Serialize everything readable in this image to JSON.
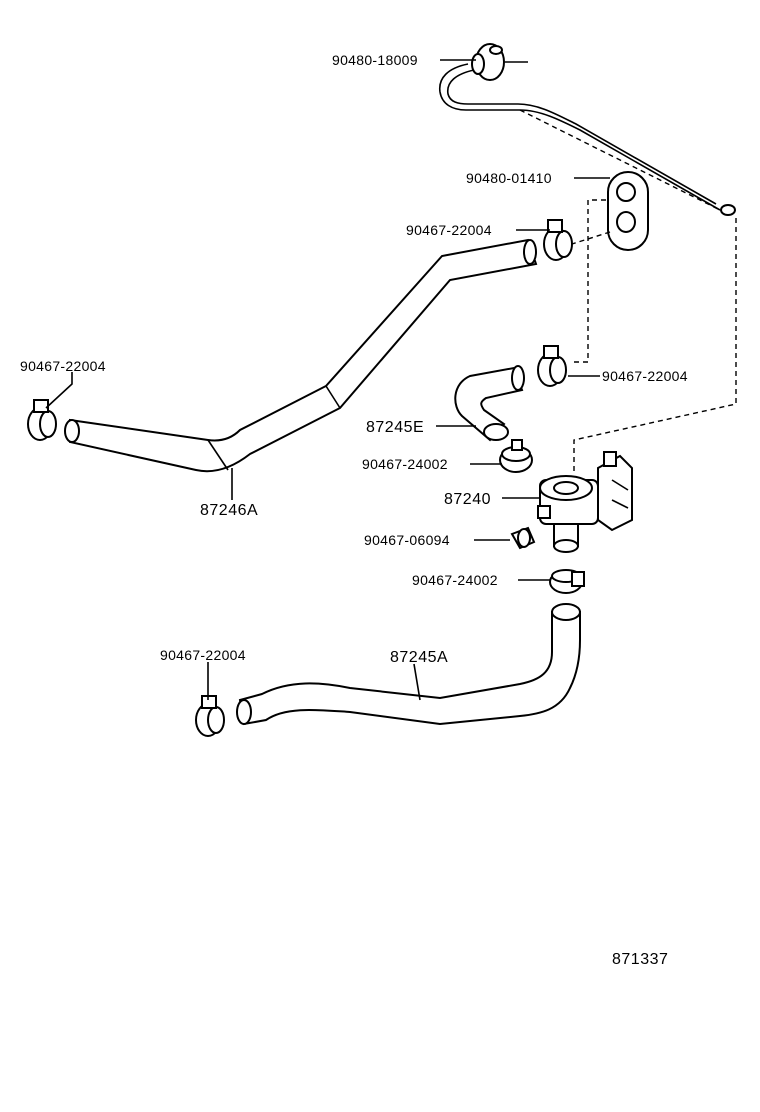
{
  "labels": {
    "grommet": "90480-18009",
    "grommet_plate": "90480-01410",
    "clamp_top": "90467-22004",
    "clamp_left": "90467-22004",
    "clamp_right": "90467-22004",
    "hose_e": "87245E",
    "clamp_valve_top": "90467-24002",
    "valve": "87240",
    "clip": "90467-06094",
    "clamp_valve_bottom": "90467-24002",
    "hose_a_upper": "87246A",
    "clamp_bottom_left": "90467-22004",
    "hose_a_lower": "87245A",
    "figure_code": "871337"
  },
  "icons": [
    "grommet-icon",
    "plate-icon",
    "clamp-icon",
    "hose-icon",
    "valve-icon",
    "clip-icon"
  ]
}
